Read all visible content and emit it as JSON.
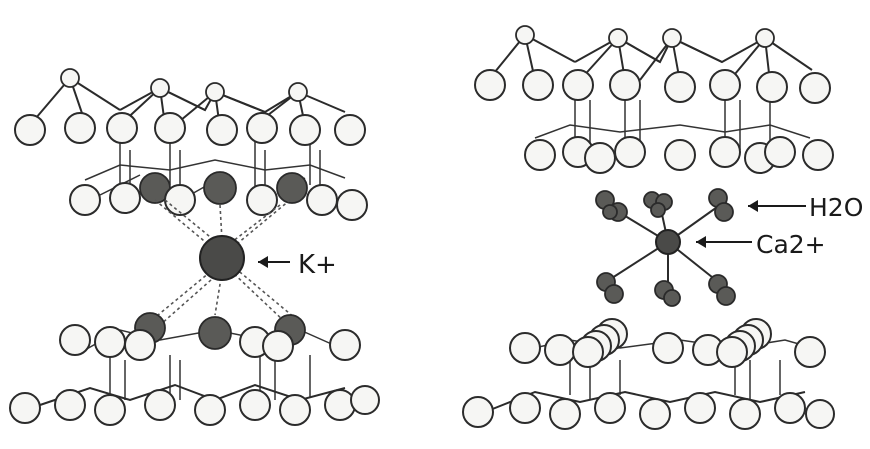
{
  "left_panel": {
    "ion_label": "K+"
  },
  "right_panel": {
    "water_label": "H2O",
    "ion_label": "Ca2+"
  },
  "colors": {
    "background": "#ffffff",
    "atom_fill": "#f6f6f4",
    "atom_outline": "#2b2b2b",
    "cation_fill": "#4a4a48"
  }
}
